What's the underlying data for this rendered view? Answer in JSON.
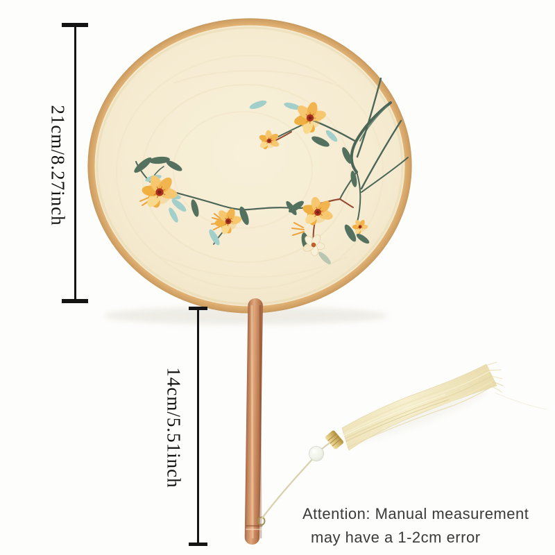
{
  "annotations": {
    "diameter_label": "21cm/8.27inch",
    "handle_label": "14cm/5.51inch",
    "attention_line1": "Attention: Manual measurement",
    "attention_line2": "may have a 1-2cm error"
  },
  "colors": {
    "background": "#fdfdfb",
    "measure-line": "#141414",
    "measure-text": "#111111",
    "attention-text": "#3a3a3a",
    "fabric": "#f5ebd1",
    "rim": "#e2b87e",
    "wood": "#c98a62",
    "stem": "#4b6557",
    "leaf-dark": "#54715f",
    "leaf-blue": "#a2cfca",
    "petal-gold": "#f2b44f",
    "flower-center": "#a93121",
    "tassel": "#f1e7c2",
    "bead": "#edf2e9",
    "cap-gold": "#d6bd7a",
    "cord": "#d9d0ae"
  }
}
